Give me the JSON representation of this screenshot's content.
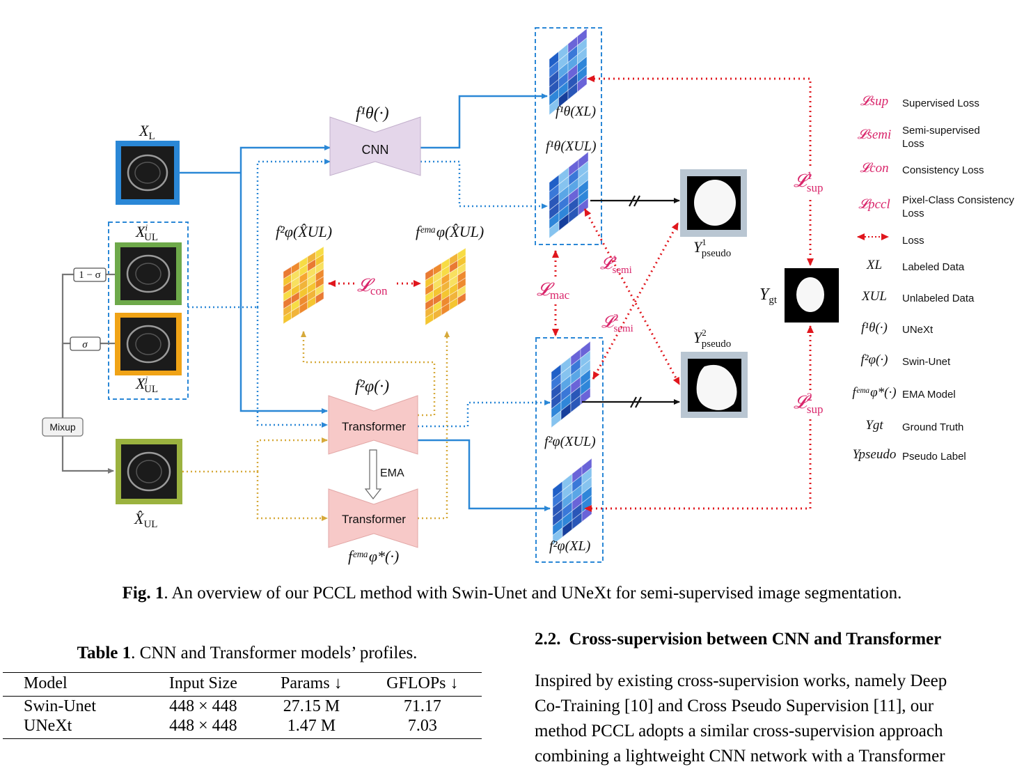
{
  "figure": {
    "labels": {
      "x_l": {
        "base": "X",
        "sub": "L"
      },
      "x_ul_i": {
        "base": "X",
        "sup": "i",
        "sub": "UL"
      },
      "x_ul_j": {
        "base": "X",
        "sup": "j",
        "sub": "UL"
      },
      "x_hat_ul": {
        "base": "X̂",
        "sub": "UL"
      },
      "one_minus_sigma": "1 − σ",
      "sigma": "σ",
      "mixup": "Mixup",
      "cnn_fn": "f¹θ(·)",
      "cnn_box": "CNN",
      "trans_fn": "f²φ(·)",
      "trans_box": "Transformer",
      "ema": "EMA",
      "ema_box": "Transformer",
      "ema_fn": "fᵉᵐᵃφ*(·)",
      "f2_hat": "f²φ(X̂UL)",
      "fema_hat": "fᵉᵐᵃφ(X̂UL)",
      "l_con": {
        "base": "𝓛",
        "sub": "con"
      },
      "l_mac": {
        "base": "𝓛",
        "sub": "mac"
      },
      "l_semi1": {
        "base": "𝓛",
        "sup": "1",
        "sub": "semi"
      },
      "l_semi2": {
        "base": "𝓛",
        "sup": "2",
        "sub": "semi"
      },
      "l_sup1": {
        "base": "𝓛",
        "sup": "1",
        "sub": "sup"
      },
      "l_sup2": {
        "base": "𝓛",
        "sup": "2",
        "sub": "sup"
      },
      "f1_xl": "f¹θ(XL)",
      "f1_xul": "f¹θ(XUL)",
      "f2_xul": "f²φ(XUL)",
      "f2_xl": "f²φ(XL)",
      "y_pseudo1": {
        "base": "Y",
        "sup": "1",
        "sub": "pseudo"
      },
      "y_pseudo2": {
        "base": "Y",
        "sup": "2",
        "sub": "pseudo"
      },
      "y_gt": {
        "base": "Y",
        "sub": "gt"
      }
    },
    "legend": [
      {
        "symbol": "𝓛sup",
        "text": "Supervised Loss",
        "loss": true
      },
      {
        "symbol": "𝓛semi",
        "text": "Semi-supervised Loss",
        "loss": true
      },
      {
        "symbol": "𝓛con",
        "text": "Consistency Loss",
        "loss": true
      },
      {
        "symbol": "𝓛pccl",
        "text": "Pixel-Class Consistency Loss",
        "loss": true
      },
      {
        "symbol": "arrow",
        "text": "Loss",
        "loss": true
      },
      {
        "symbol": "XL",
        "text": "Labeled Data",
        "loss": false
      },
      {
        "symbol": "XUL",
        "text": "Unlabeled Data",
        "loss": false
      },
      {
        "symbol": "f¹θ(·)",
        "text": "UNeXt",
        "loss": false
      },
      {
        "symbol": "f²φ(·)",
        "text": "Swin-Unet",
        "loss": false
      },
      {
        "symbol": "fᵉᵐᵃφ*(·)",
        "text": "EMA Model",
        "loss": false
      },
      {
        "symbol": "Ygt",
        "text": "Ground Truth",
        "loss": false
      },
      {
        "symbol": "Ypseudo",
        "text": "Pseudo Label",
        "loss": false
      }
    ],
    "colors": {
      "blue": "#2a87d6",
      "gold": "#d6a93a",
      "red": "#e0161d",
      "loss_text": "#d9266b",
      "cnn_fill": "#e4d6ea",
      "trans_fill": "#f7c9c8"
    }
  },
  "caption": {
    "label": "Fig. 1",
    "text": ". An overview of our PCCL method with Swin-Unet and UNeXt for semi-supervised image segmentation."
  },
  "table": {
    "caption_label": "Table 1",
    "caption_text": ". CNN and Transformer models’ profiles.",
    "headers": [
      "Model",
      "Input Size",
      "Params ↓",
      "GFLOPs ↓"
    ],
    "rows": [
      [
        "Swin-Unet",
        "448 × 448",
        "27.15 M",
        "71.17"
      ],
      [
        "UNeXt",
        "448 × 448",
        "1.47 M",
        "7.03"
      ]
    ]
  },
  "section": {
    "number": "2.2.",
    "title": "Cross-supervision between CNN and Transformer",
    "lines": [
      "Inspired by existing cross-supervision works, namely Deep",
      "Co-Training [10] and Cross Pseudo Supervision [11], our",
      "method PCCL adopts a similar cross-supervision approach",
      "combining a lightweight CNN network with a Transformer"
    ]
  }
}
